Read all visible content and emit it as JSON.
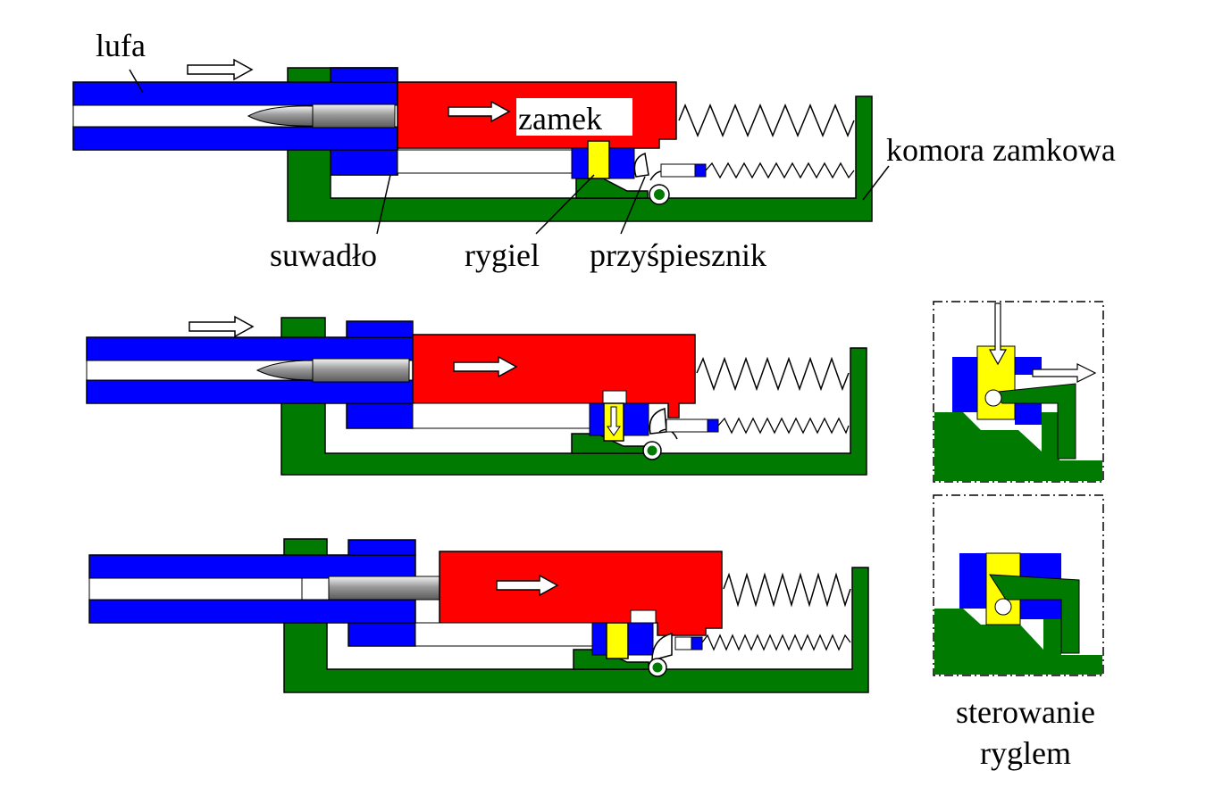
{
  "labels": {
    "barrel": "lufa",
    "bolt": "zamek",
    "receiver": "komora zamkowa",
    "slide": "suwadło",
    "lock": "rygiel",
    "accelerator": "przyśpiesznik",
    "lock_control_line1": "sterowanie",
    "lock_control_line2": "ryglem"
  },
  "colors": {
    "barrel": "#0000ff",
    "bolt": "#ff0000",
    "receiver": "#007a00",
    "lock": "#ffff00",
    "cartridge": "#c8c8c8",
    "outline": "#000000"
  },
  "icons": {
    "direction_arrow": "right-arrow-icon",
    "unlock_arrow": "down-arrow-icon"
  }
}
